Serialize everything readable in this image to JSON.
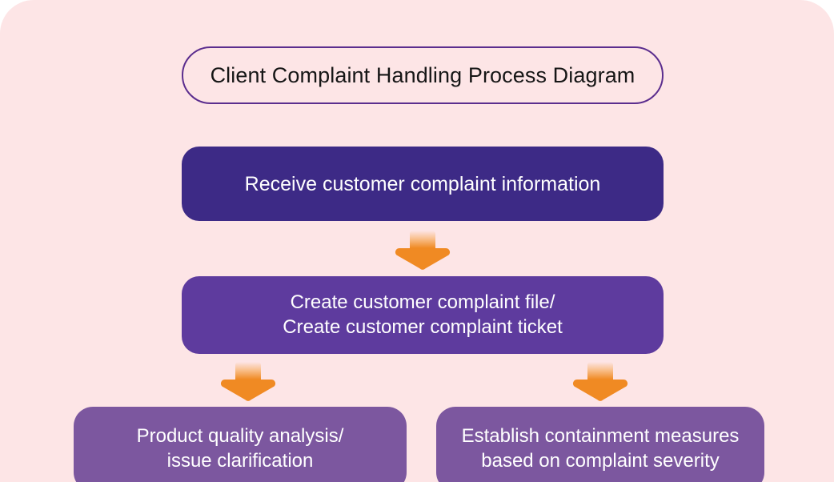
{
  "diagram": {
    "title": "Client Complaint Handling Process Diagram",
    "background_color": "#fde5e6",
    "title_border_color": "#5b2d8e",
    "title_text_color": "#161616",
    "arrow_color": "#f08a23",
    "nodes": [
      {
        "id": "receive",
        "label": "Receive customer complaint information",
        "color": "#3d2a86",
        "text_color": "#ffffff"
      },
      {
        "id": "create",
        "label": "Create customer complaint file/\nCreate customer complaint ticket",
        "color": "#5e3b9e",
        "text_color": "#ffffff"
      },
      {
        "id": "quality",
        "label": "Product quality analysis/\nissue clarification",
        "color": "#7c579f",
        "text_color": "#ffffff"
      },
      {
        "id": "containment",
        "label": "Establish containment measures\nbased on complaint severity",
        "color": "#7c579f",
        "text_color": "#ffffff"
      }
    ],
    "connectors": [
      {
        "id": "arrow-1",
        "from": "receive",
        "to": "create",
        "icon": "down-arrow-icon"
      },
      {
        "id": "arrow-2",
        "from": "create",
        "to": "quality",
        "icon": "down-arrow-icon"
      },
      {
        "id": "arrow-3",
        "from": "create",
        "to": "containment",
        "icon": "down-arrow-icon"
      }
    ]
  }
}
